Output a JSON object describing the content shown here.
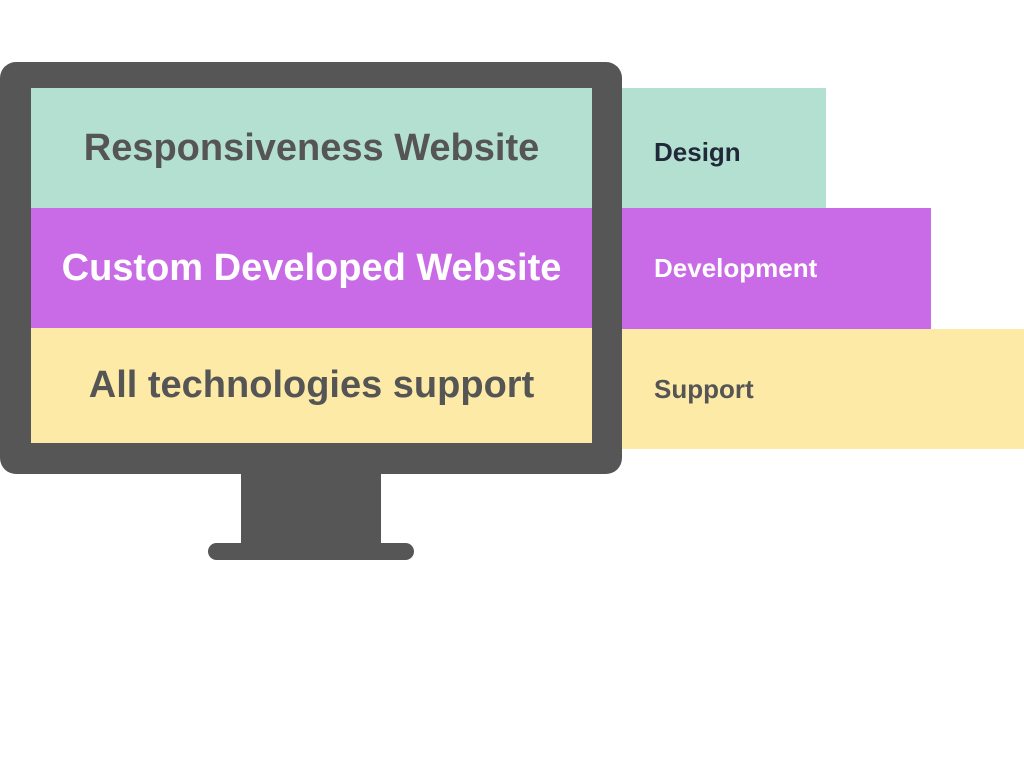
{
  "colors": {
    "mint": "#b4e0d2",
    "purple": "#c96be6",
    "yellow": "#fdeaa7",
    "monitor": "#565656",
    "dark_text": "#555555",
    "navy_text": "#1f2937",
    "white_text": "#ffffff"
  },
  "screen": {
    "rows": [
      {
        "label": "Responsiveness Website"
      },
      {
        "label": "Custom Developed Website"
      },
      {
        "label": "All technologies support"
      }
    ]
  },
  "strips": [
    {
      "label": "Design"
    },
    {
      "label": "Development"
    },
    {
      "label": "Support"
    }
  ]
}
